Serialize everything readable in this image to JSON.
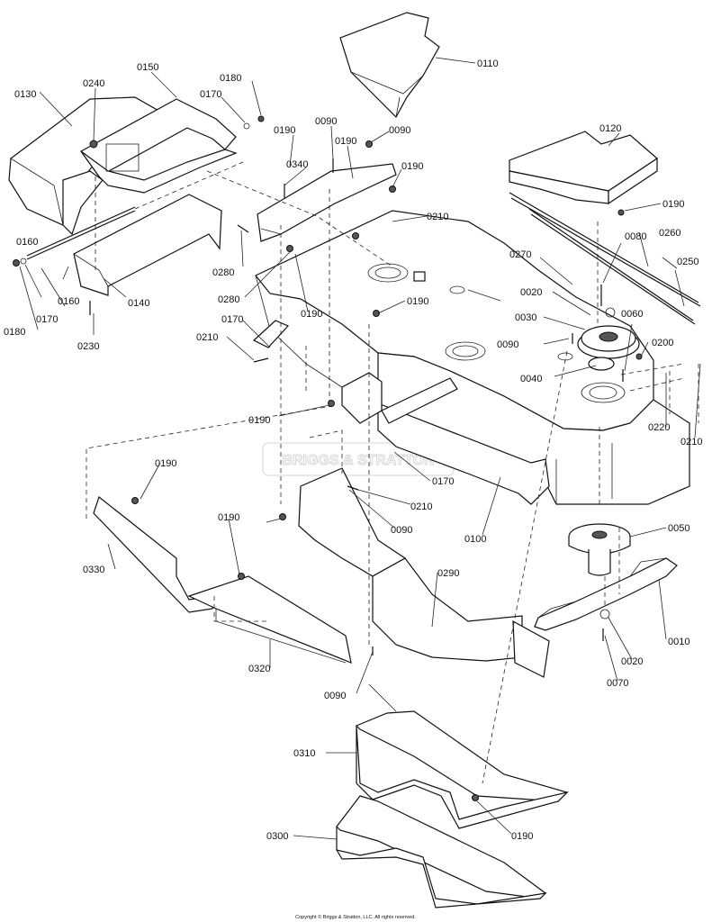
{
  "watermark": "BRIGGS & STRATTON",
  "copyright": "Copyright © Briggs & Stratton, LLC. All rights reserved.",
  "labels": [
    "0010",
    "0020",
    "0020",
    "0030",
    "0040",
    "0050",
    "0060",
    "0070",
    "0080",
    "0090",
    "0090",
    "0090",
    "0090",
    "0090",
    "0100",
    "0110",
    "0120",
    "0130",
    "0140",
    "0150",
    "0160",
    "0170",
    "0170",
    "0170",
    "0170",
    "0180",
    "0180",
    "0190",
    "0190",
    "0190",
    "0190",
    "0190",
    "0190",
    "0190",
    "0190",
    "0190",
    "0190",
    "0200",
    "0210",
    "0210",
    "0210",
    "0210",
    "0220",
    "0230",
    "0240",
    "0250",
    "0260",
    "0270",
    "0280",
    "0280",
    "0290",
    "0300",
    "0310",
    "0320",
    "0330",
    "0340"
  ]
}
